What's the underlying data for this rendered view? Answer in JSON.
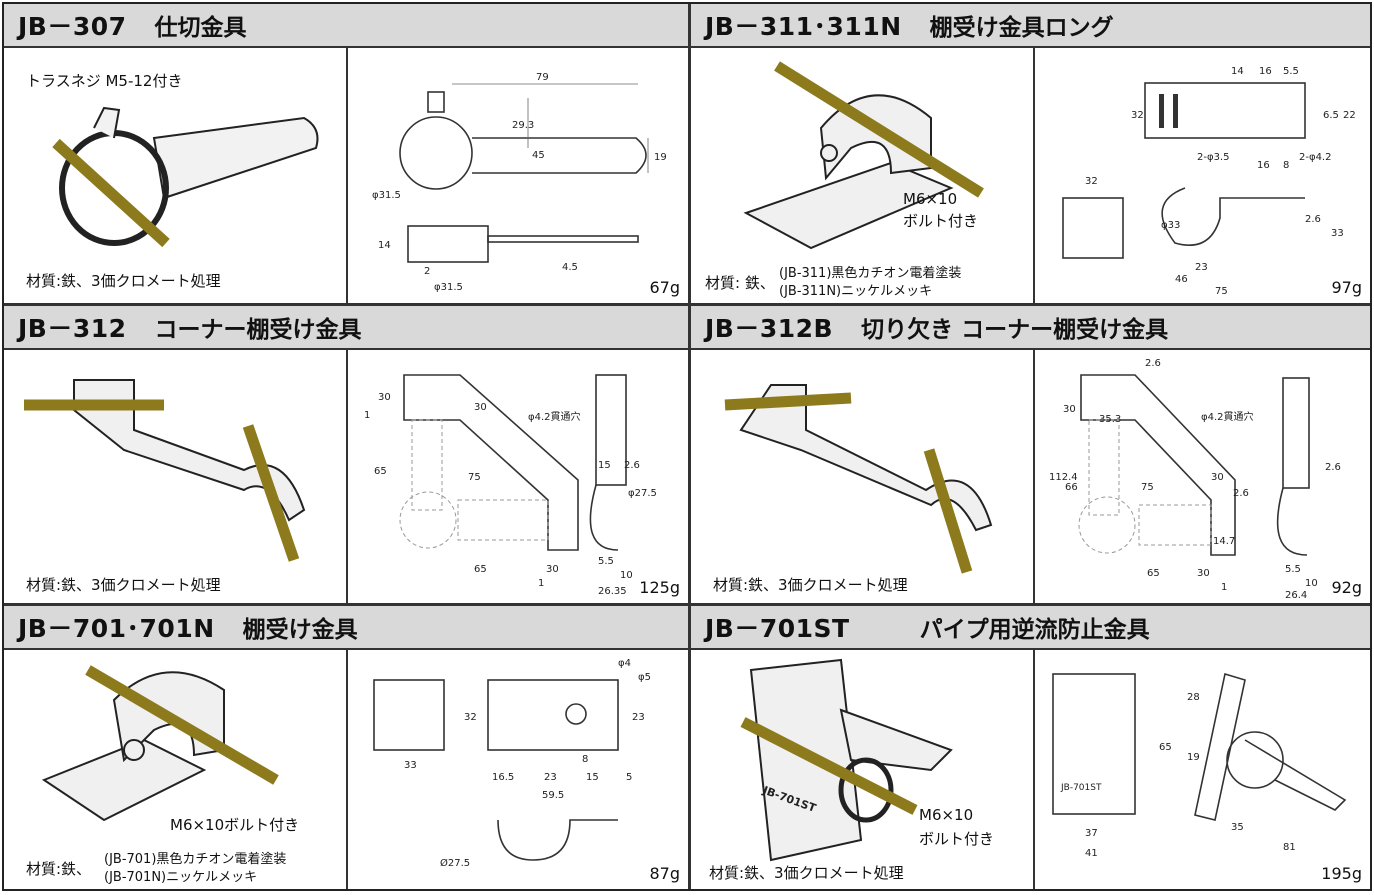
{
  "products": [
    {
      "code": "JB－307",
      "name": "仕切金具",
      "note": "トラスネジ M5-12付き",
      "material": "材質:鉄、3価クロメート処理",
      "weight": "67g",
      "dims": [
        "79",
        "29.3",
        "45",
        "19",
        "φ31.5",
        "14",
        "2",
        "φ31.5",
        "4.5"
      ]
    },
    {
      "code": "JB－311･311N",
      "name": "棚受け金具ロング",
      "bolt": [
        "M6×10",
        "ボルト付き"
      ],
      "material_prefix": "材質: 鉄、",
      "material_lines": [
        "(JB-311)黒色カチオン電着塗装",
        "(JB-311N)ニッケルメッキ"
      ],
      "weight": "97g",
      "dims": [
        "14",
        "16",
        "5.5",
        "32",
        "6.5",
        "22",
        "2-φ3.5",
        "16",
        "8",
        "2-φ4.2",
        "32",
        "φ33",
        "2.6",
        "33",
        "23",
        "46",
        "75"
      ]
    },
    {
      "code": "JB－312",
      "name": "コーナー棚受け金具",
      "material": "材質:鉄、3価クロメート処理",
      "weight": "125g",
      "dims": [
        "30",
        "1",
        "30",
        "φ4.2貫通穴",
        "65",
        "75",
        "15",
        "2.6",
        "φ27.5",
        "65",
        "30",
        "1",
        "5.5",
        "10",
        "26.35"
      ]
    },
    {
      "code": "JB－312B",
      "name": "切り欠き コーナー棚受け金具",
      "material": "材質:鉄、3価クロメート処理",
      "weight": "92g",
      "dims": [
        "2.6",
        "30",
        "35.3",
        "φ4.2貫通穴",
        "112.4",
        "66",
        "75",
        "30",
        "2.6",
        "2.6",
        "14.7",
        "65",
        "30",
        "1",
        "5.5",
        "10",
        "26.4"
      ]
    },
    {
      "code": "JB－701･701N",
      "name": "棚受け金具",
      "bolt": [
        "M6×10ボルト付き"
      ],
      "material_prefix": "材質:鉄、",
      "material_lines": [
        "(JB-701)黒色カチオン電着塗装",
        "(JB-701N)ニッケルメッキ"
      ],
      "weight": "87g",
      "dims": [
        "φ4",
        "φ5",
        "32",
        "23",
        "33",
        "8",
        "16.5",
        "23",
        "15",
        "5",
        "59.5",
        "Ø27.5"
      ]
    },
    {
      "code": "JB－701ST",
      "name": "パイプ用逆流防止金具",
      "bolt": [
        "M6×10",
        "ボルト付き"
      ],
      "material": "材質:鉄、3価クロメート処理",
      "weight": "195g",
      "stamp": "JB-701ST",
      "stamp2": "JB-701ST",
      "dims": [
        "28",
        "65",
        "19",
        "37",
        "41",
        "35",
        "81"
      ]
    }
  ],
  "colors": {
    "header_bg": "#d9d9d9",
    "pipe": "#8c7a1c",
    "line": "#333333"
  }
}
